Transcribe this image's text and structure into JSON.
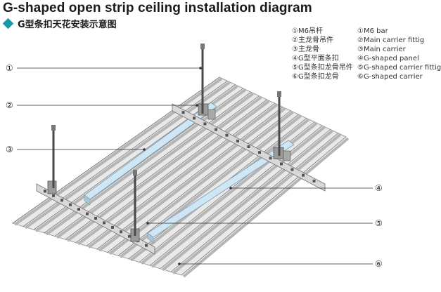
{
  "title": "G-shaped open strip ceiling installation diagram",
  "subtitle": "G型条扣天花安装示意图",
  "legend_cn": [
    "①M6吊杆",
    "②主龙骨吊件",
    "③主龙骨",
    "④G型平面条扣",
    "⑤G型条扣龙骨吊件",
    "⑥G型条扣龙骨"
  ],
  "legend_en": [
    "①M6 bar",
    "②Main carrier fittig",
    "③Main carrier",
    "④G-shaped panel",
    "⑤G-shaped carrier fittig",
    "⑥G-shaped carrier"
  ],
  "callouts": [
    "①",
    "②",
    "③",
    "④",
    "⑤",
    "⑥"
  ],
  "colors": {
    "panel_light": "#eeeeee",
    "panel_shadow": "#9a9a9a",
    "main_carrier": "#cfe7f4",
    "g_carrier": "#d6d6d6",
    "rod": "#555555",
    "accent": "#139ba6"
  }
}
